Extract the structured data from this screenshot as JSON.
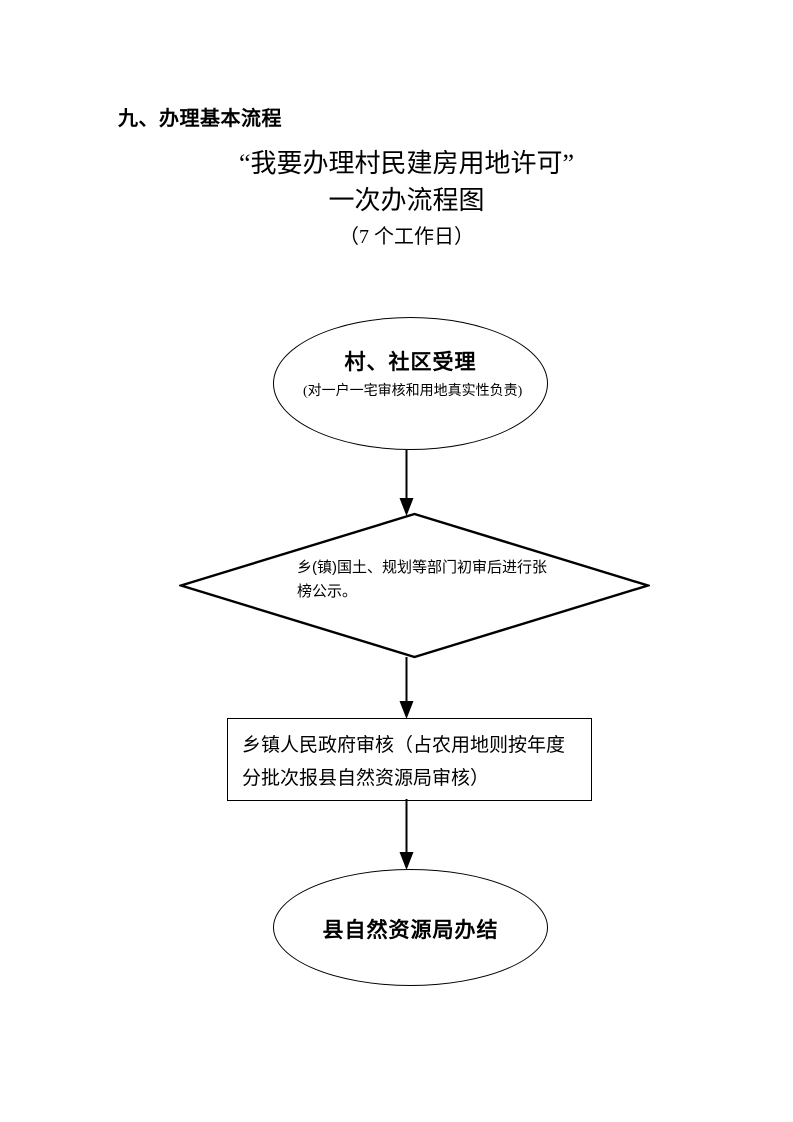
{
  "document": {
    "section_heading": "九、办理基本流程",
    "title_line1": "“我要办理村民建房用地许可”",
    "title_line2": "一次办流程图",
    "subtitle": "（7 个工作日）"
  },
  "chart_data": {
    "type": "diagram",
    "title": "“我要办理村民建房用地许可”一次办流程图",
    "subtitle": "（7 个工作日）",
    "orientation": "top-to-bottom",
    "nodes": [
      {
        "id": "node-1",
        "shape": "ellipse",
        "label": "村、社区受理",
        "note": "(对一户一宅审核和用地真实性负责)"
      },
      {
        "id": "node-2",
        "shape": "diamond",
        "label": "乡(镇)国土、规划等部门初审后进行张榜公示。"
      },
      {
        "id": "node-3",
        "shape": "rectangle",
        "label": "乡镇人民政府审核（占农用地则按年度分批次报县自然资源局审核）"
      },
      {
        "id": "node-4",
        "shape": "ellipse",
        "label": "县自然资源局办结"
      }
    ],
    "edges": [
      {
        "from": "node-1",
        "to": "node-2",
        "style": "solid-arrow"
      },
      {
        "from": "node-2",
        "to": "node-3",
        "style": "solid-arrow"
      },
      {
        "from": "node-3",
        "to": "node-4",
        "style": "solid-arrow"
      }
    ],
    "colors": {
      "stroke": "#000000",
      "background": "#ffffff",
      "text": "#000000"
    }
  }
}
